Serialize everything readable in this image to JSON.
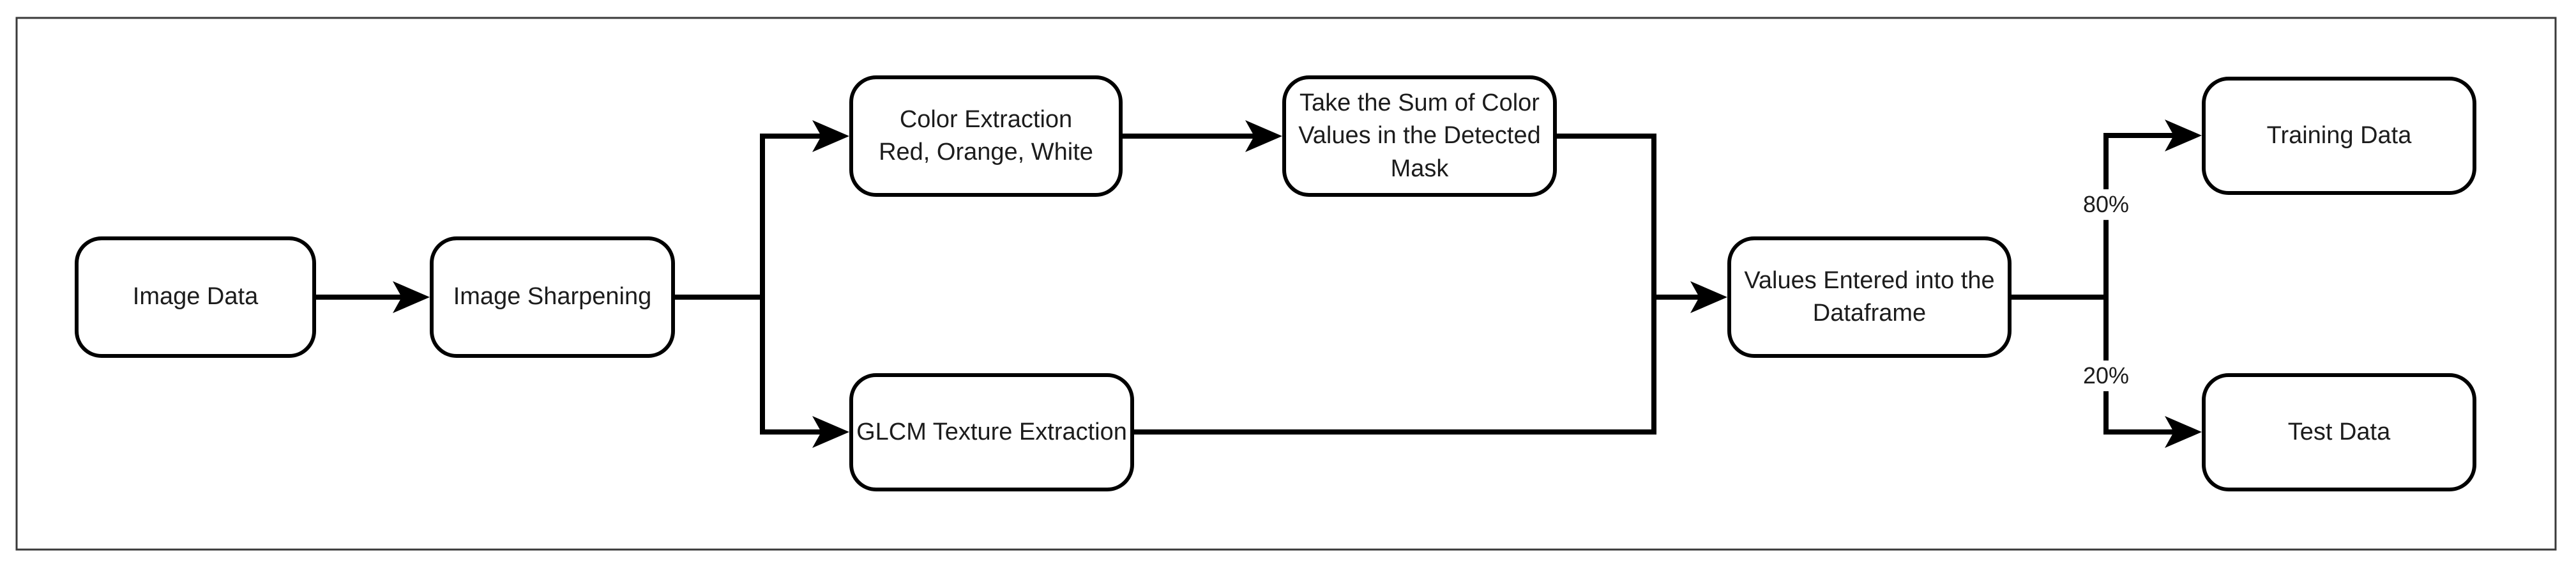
{
  "diagram": {
    "type": "flowchart",
    "colors": {
      "background": "#ffffff",
      "node_fill": "#ffffff",
      "node_border": "#000000",
      "connector": "#000000",
      "text": "#1c1c1c",
      "outer_border": "#3a3a3a"
    },
    "nodes": [
      {
        "id": "image-data",
        "label": "Image Data"
      },
      {
        "id": "image-sharpening",
        "label": "Image Sharpening"
      },
      {
        "id": "color-extraction",
        "label": "Color Extraction\nRed, Orange, White"
      },
      {
        "id": "sum-color-values",
        "label": "Take the Sum of Color\nValues in the Detected\nMask"
      },
      {
        "id": "glcm-texture",
        "label": "GLCM Texture Extraction"
      },
      {
        "id": "dataframe",
        "label": "Values Entered into the\nDataframe"
      },
      {
        "id": "training-data",
        "label": "Training Data"
      },
      {
        "id": "test-data",
        "label": "Test Data"
      }
    ],
    "split": {
      "training_label": "80%",
      "test_label": "20%"
    },
    "edges": [
      {
        "from": "image-data",
        "to": "image-sharpening"
      },
      {
        "from": "image-sharpening",
        "to": "color-extraction"
      },
      {
        "from": "image-sharpening",
        "to": "glcm-texture"
      },
      {
        "from": "color-extraction",
        "to": "sum-color-values"
      },
      {
        "from": "sum-color-values",
        "to": "dataframe"
      },
      {
        "from": "glcm-texture",
        "to": "dataframe"
      },
      {
        "from": "dataframe",
        "to": "training-data",
        "label": "80%"
      },
      {
        "from": "dataframe",
        "to": "test-data",
        "label": "20%"
      }
    ]
  }
}
